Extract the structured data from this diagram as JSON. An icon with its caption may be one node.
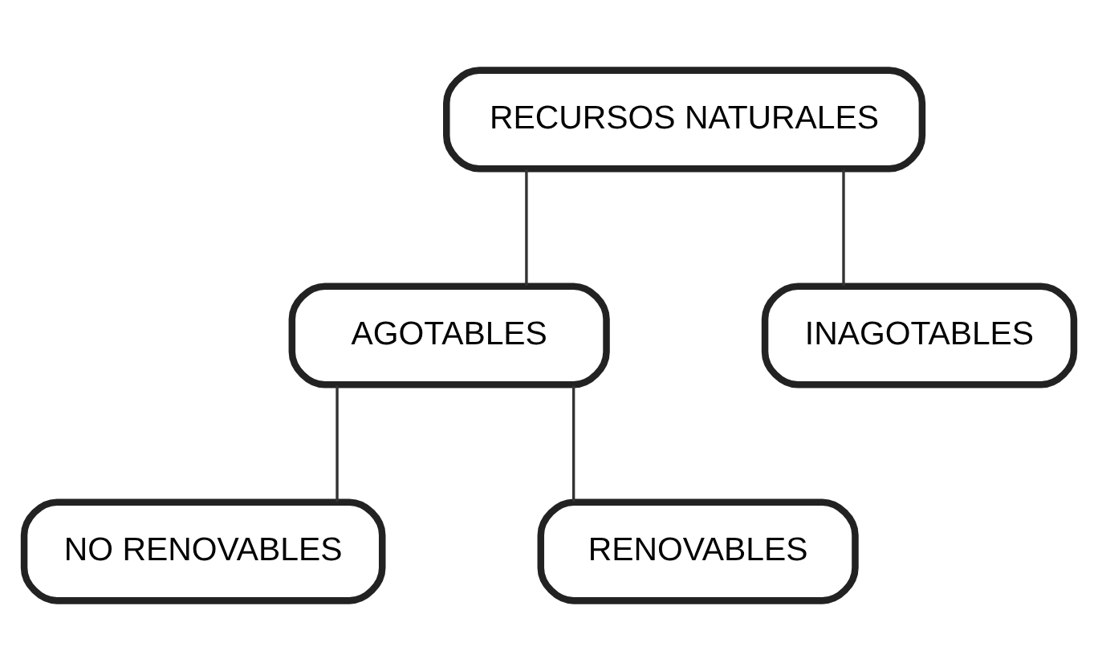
{
  "diagram": {
    "nodes": [
      {
        "text": [
          "RECURSOS NATURALES"
        ]
      },
      {
        "text": [
          "AGOTABLES"
        ]
      },
      {
        "text": [
          "INAGOTABLES"
        ]
      },
      {
        "text": [
          "NO RENOVABLES"
        ]
      },
      {
        "text": [
          "RENOVABLES"
        ]
      }
    ],
    "edges": [
      {
        "from": 0,
        "to": 1,
        "arrow": "none"
      },
      {
        "from": 0,
        "to": 2,
        "arrow": "none"
      },
      {
        "from": 1,
        "to": 3,
        "arrow": "none"
      },
      {
        "from": 1,
        "to": 4,
        "arrow": "none"
      }
    ]
  }
}
